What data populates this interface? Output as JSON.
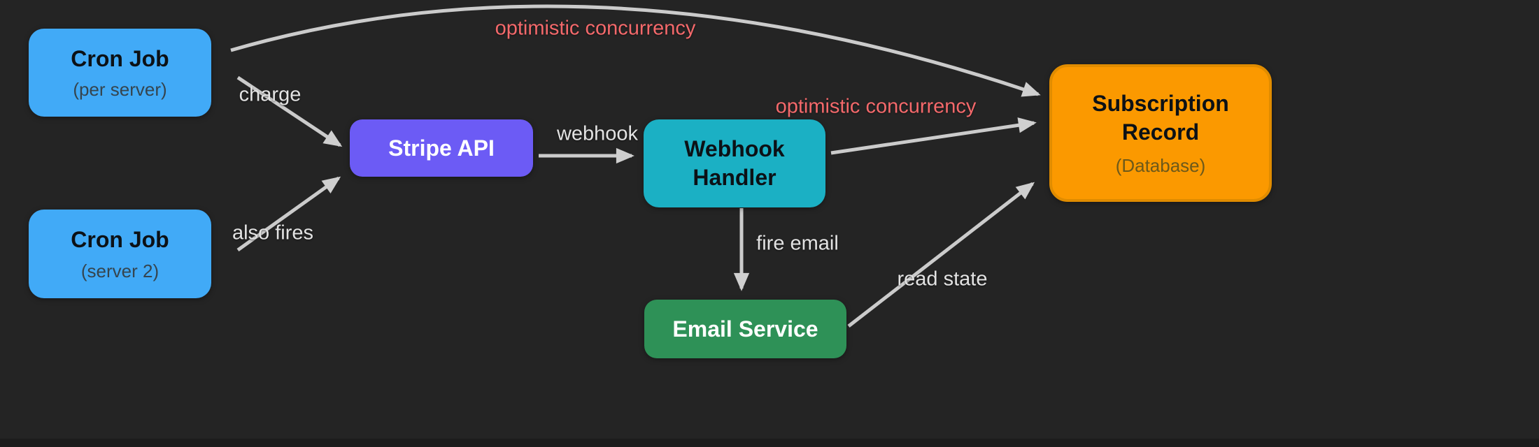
{
  "diagram": {
    "background_color": "#242424",
    "edge_color": "#cbcbcb",
    "nodes": {
      "cron1": {
        "title": "Cron Job",
        "subtitle": "(per server)",
        "fill": "#41aaf7"
      },
      "cron2": {
        "title": "Cron Job",
        "subtitle": "(server 2)",
        "fill": "#41aaf7"
      },
      "stripe": {
        "title": "Stripe API",
        "fill": "#6c5bf5"
      },
      "webhook": {
        "title": "Webhook Handler",
        "fill": "#1bb0c4"
      },
      "email": {
        "title": "Email Service",
        "fill": "#2e9157"
      },
      "subscription": {
        "title": "Subscription Record",
        "subtitle": "(Database)",
        "fill": "#fb9900",
        "border_color": "#e08c00"
      }
    },
    "edges": {
      "arc": {
        "label": "optimistic concurrency",
        "color": "#f4696b",
        "from": "cron1",
        "to": "subscription"
      },
      "charge": {
        "label": "charge",
        "color": "#e3e3e3",
        "from": "cron1",
        "to": "stripe"
      },
      "also": {
        "label": "also fires",
        "color": "#e3e3e3",
        "from": "cron2",
        "to": "stripe"
      },
      "webhook": {
        "label": "webhook",
        "color": "#e3e3e3",
        "from": "stripe",
        "to": "webhook"
      },
      "oc2": {
        "label": "optimistic concurrency",
        "color": "#f4696b",
        "from": "webhook",
        "to": "subscription"
      },
      "fire": {
        "label": "fire email",
        "color": "#e3e3e3",
        "from": "webhook",
        "to": "email"
      },
      "read": {
        "label": "read state",
        "color": "#e3e3e3",
        "from": "email",
        "to": "subscription"
      }
    }
  }
}
